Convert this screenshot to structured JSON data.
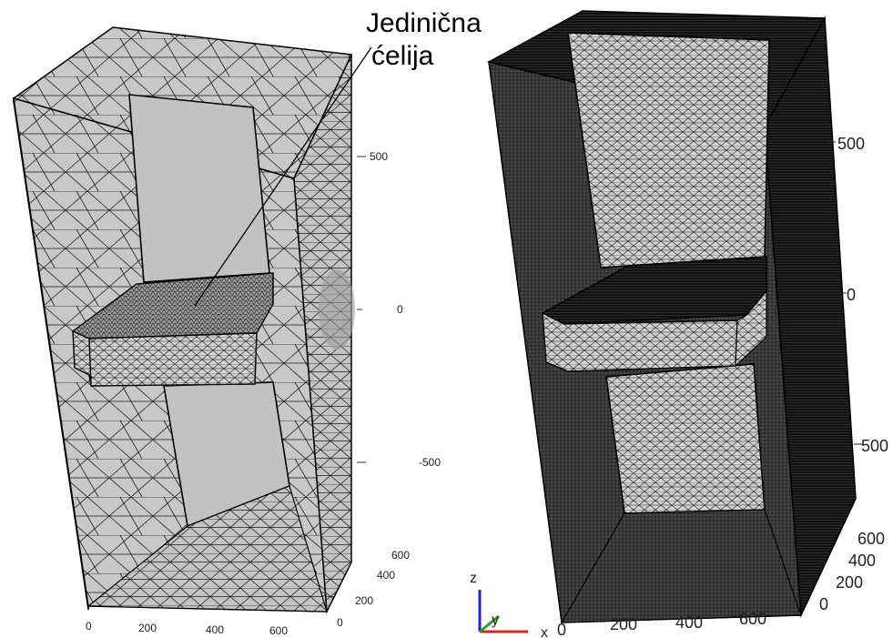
{
  "annotation": {
    "line1": "Jedinična",
    "line2": "ćelija"
  },
  "left_mesh": {
    "z_ticks": [
      "500",
      "0",
      "-500"
    ],
    "x_ticks": [
      "0",
      "200",
      "400",
      "600"
    ],
    "y_ticks": [
      "0",
      "200",
      "400",
      "600"
    ]
  },
  "right_mesh": {
    "z_ticks": [
      "500",
      "0",
      "500"
    ],
    "x_ticks": [
      "0",
      "200",
      "400",
      "600"
    ],
    "y_ticks": [
      "0",
      "200",
      "400",
      "600"
    ]
  },
  "triad": {
    "z": "z",
    "y": "y",
    "x": "x"
  },
  "colors": {
    "coarse_face": "#c8c8c8",
    "fine_face": "#1e1e1e",
    "axis_x": "#e02020",
    "axis_y": "#20a020",
    "axis_z": "#2020d0"
  }
}
